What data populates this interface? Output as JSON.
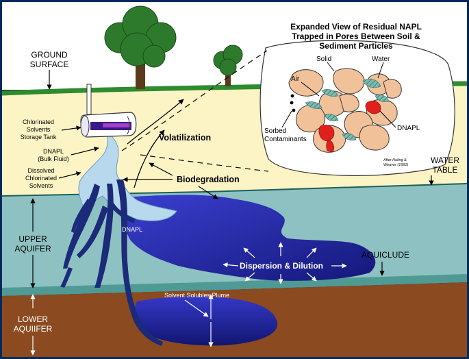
{
  "labels": {
    "ground_surface_1": "GROUND",
    "ground_surface_2": "SURFACE",
    "tank_1": "Chlorinated",
    "tank_2": "Solvents",
    "tank_3": "Storage Tank",
    "dnapl_bulk_1": "DNAPL",
    "dnapl_bulk_2": "(Bulk Fluid)",
    "dissolved_1": "Dissolved",
    "dissolved_2": "Chlorinated",
    "dissolved_3": "Solvents",
    "volatilization": "Volatilization",
    "biodegradation": "Biodegradation",
    "water_table_1": "WATER",
    "water_table_2": "TABLE",
    "upper_aquifer_1": "UPPER",
    "upper_aquifer_2": "AQUIFER",
    "lower_aquifer_1": "LOWER",
    "lower_aquifer_2": "AQUIIFER",
    "dnapl_plume": "DNAPL",
    "dispersion": "Dispersion & Dilution",
    "aquiclude": "AQUICLUDE",
    "solvent_plume": "Solvent  Solubles  Plume"
  },
  "inset": {
    "title_1": "Expanded View of Residual NAPL",
    "title_2": "Trapped in Pores Between Soil &",
    "title_3": "Sediment Particles",
    "solid": "Solid",
    "water": "Water",
    "air": "Air",
    "dnapl": "DNAPL",
    "sorbed_1": "Sorbed",
    "sorbed_2": "Contaminants",
    "credit_1": "After Huling &",
    "credit_2": "Weaver (1991)"
  },
  "colors": {
    "background": "#002a5c",
    "sky": "#ffffff",
    "grass": "#2e8b2e",
    "vadose": "#fdf4c6",
    "aquifer": "#8ec1c1",
    "aquiclude": "#4f9a94",
    "lower": "#8b4a1f",
    "plume": "#2a2fb0",
    "dnapl_light": "#b8d8ee",
    "particle": "#f1c29a",
    "water_film": "#6fb3a8",
    "napl_red": "#e0201c"
  }
}
